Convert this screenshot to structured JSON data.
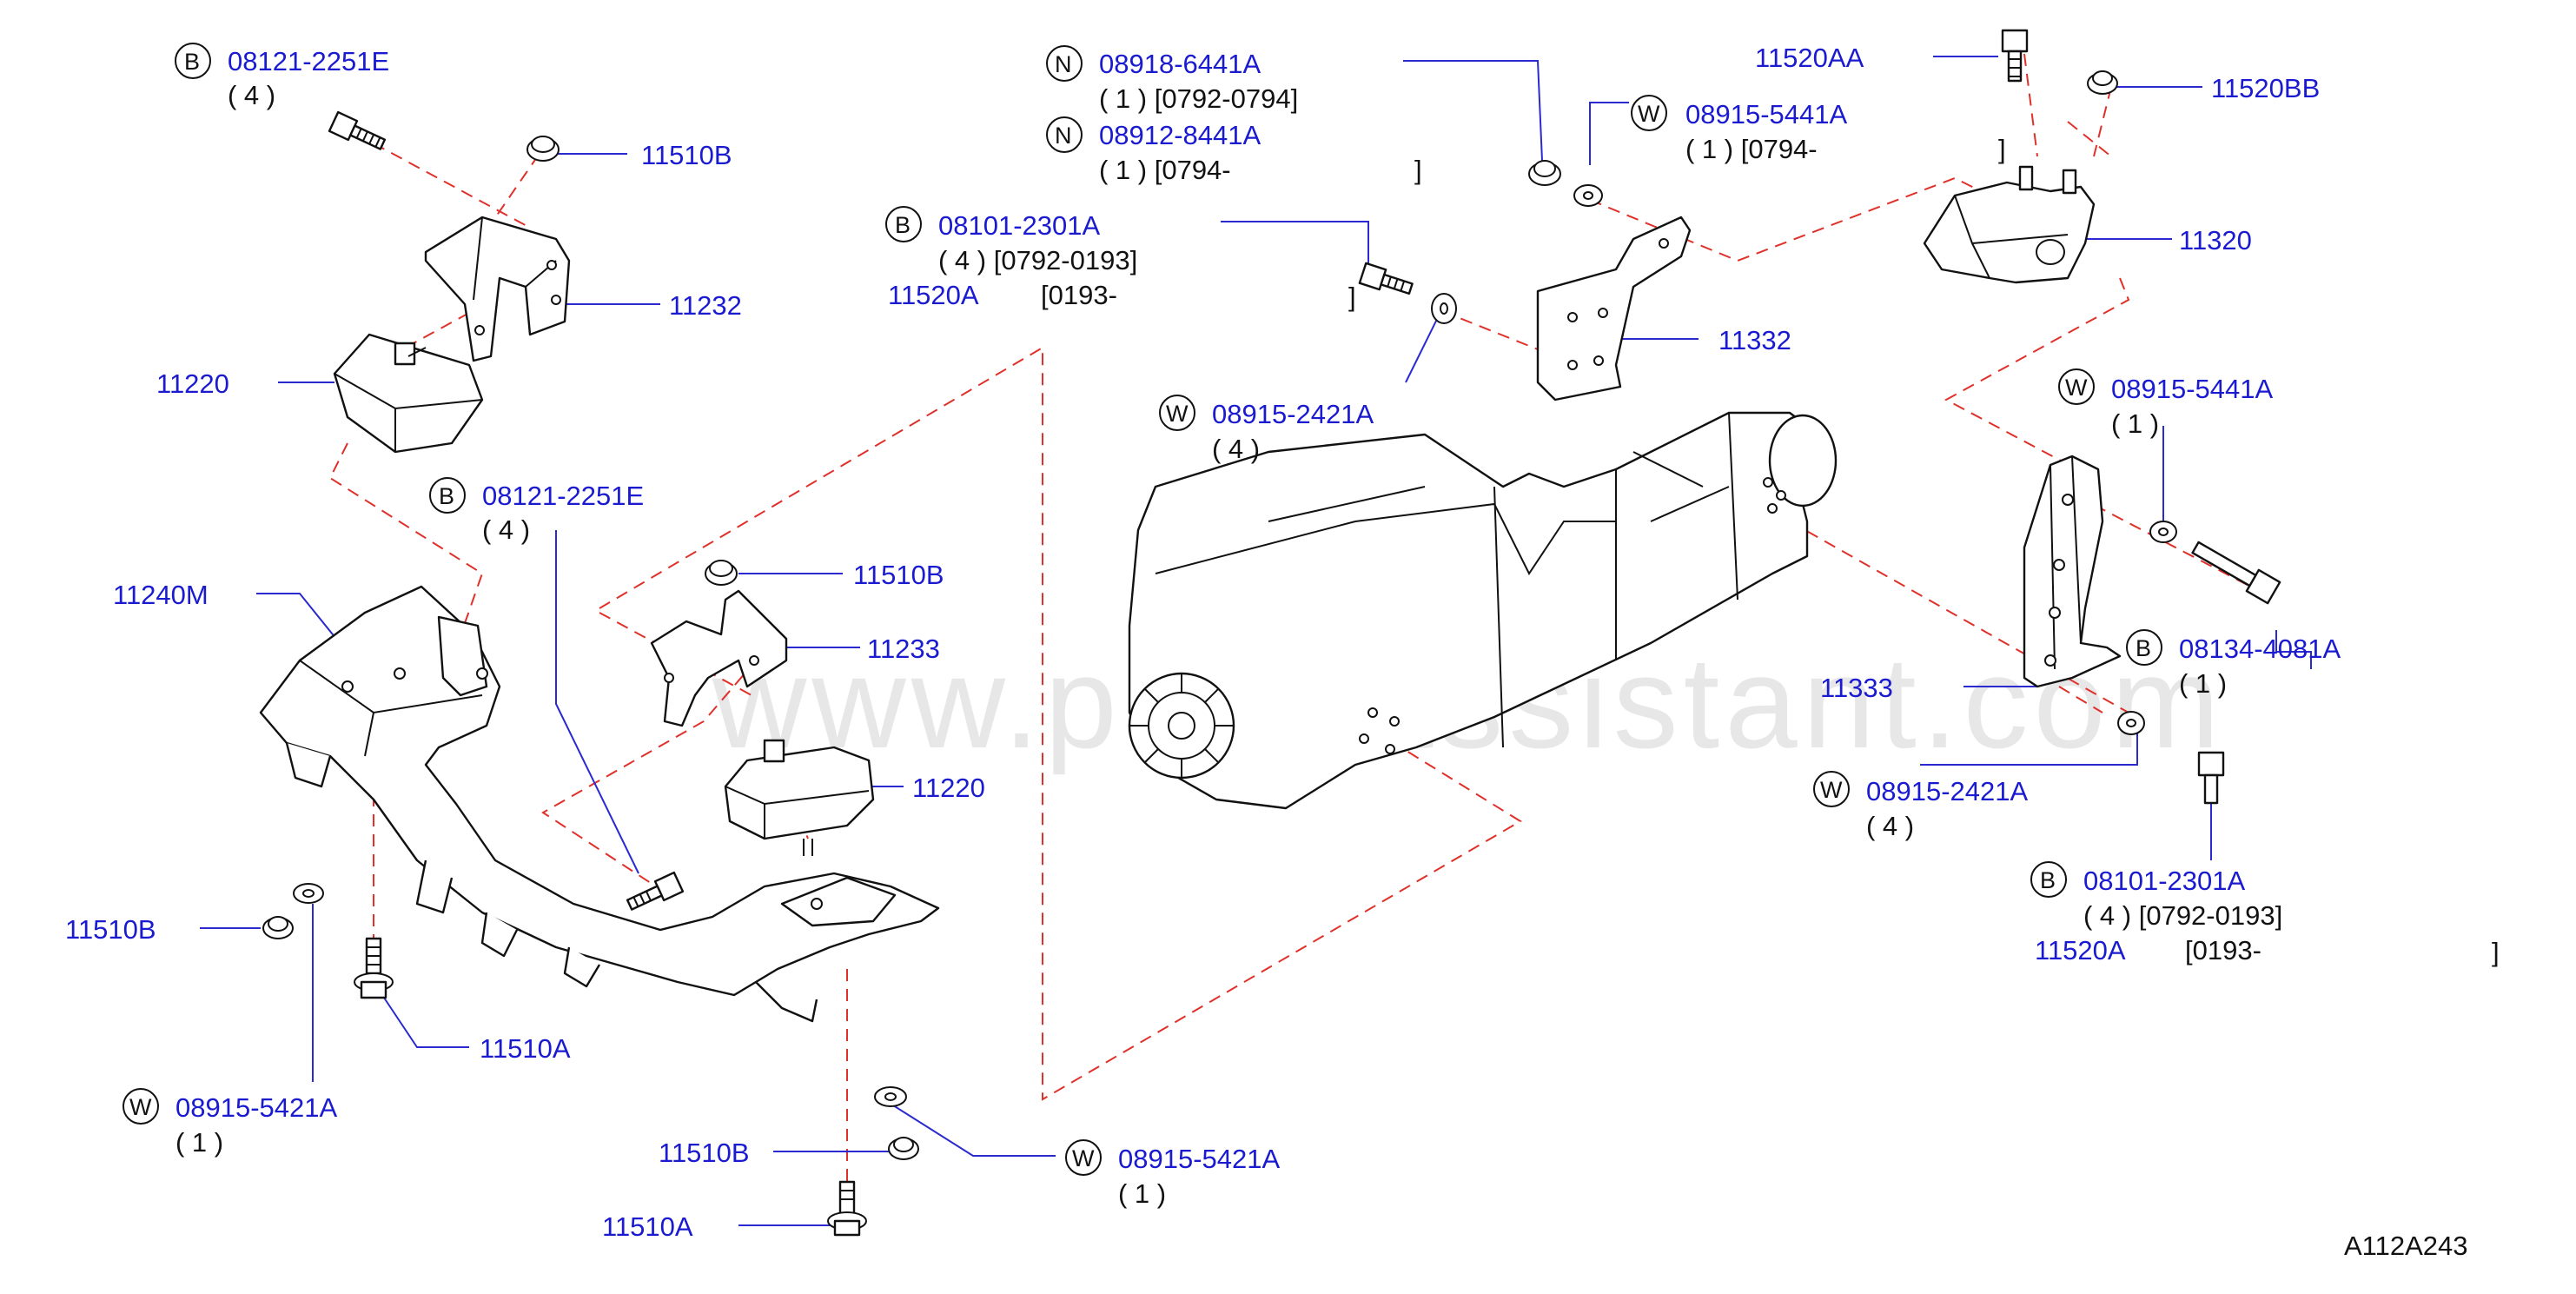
{
  "watermark": "www.partsassistant.com",
  "diagram_ref": "A112A243",
  "prefix_codes": {
    "bolt": "B",
    "nut": "N",
    "washer": "W"
  },
  "callouts": {
    "c1": {
      "prefix": "B",
      "part": "08121-2251E",
      "qty": "( 4 )"
    },
    "c2": {
      "part": "11510B"
    },
    "c3": {
      "part": "11232"
    },
    "c4": {
      "part": "11220"
    },
    "c5": {
      "prefix": "B",
      "part": "08121-2251E",
      "qty": "( 4 )"
    },
    "c6": {
      "part": "11240M"
    },
    "c7": {
      "part": "11510B"
    },
    "c8": {
      "part": "11233"
    },
    "c9": {
      "part": "11220"
    },
    "c10": {
      "part": "11510B"
    },
    "c11": {
      "part": "11510A"
    },
    "c12": {
      "prefix": "W",
      "part": "08915-5421A",
      "qty": "( 1 )"
    },
    "c13": {
      "part": "11510B"
    },
    "c14": {
      "prefix": "W",
      "part": "08915-5421A",
      "qty": "( 1 )"
    },
    "c15": {
      "part": "11510A"
    },
    "c16": {
      "prefix": "N",
      "part": "08918-6441A",
      "qty": "( 1 ) [0792-0794]"
    },
    "c17": {
      "prefix": "N",
      "part": "08912-8441A",
      "qty": "( 1 ) [0794-",
      "bracket_end": "]"
    },
    "c18": {
      "prefix": "B",
      "part": "08101-2301A",
      "qty": "( 4 ) [0792-0193]"
    },
    "c18b": {
      "part": "11520A",
      "qty": "[0193-",
      "bracket_end": "]"
    },
    "c19": {
      "prefix": "W",
      "part": "08915-5441A",
      "qty": "( 1 ) [0794-",
      "bracket_end": "]"
    },
    "c20": {
      "part": "11520AA"
    },
    "c21": {
      "part": "11520BB"
    },
    "c22": {
      "part": "11320"
    },
    "c23": {
      "part": "11332"
    },
    "c24": {
      "prefix": "W",
      "part": "08915-2421A",
      "qty": "( 4 )"
    },
    "c25": {
      "prefix": "W",
      "part": "08915-5441A",
      "qty": "( 1 )"
    },
    "c26": {
      "prefix": "B",
      "part": "08134-4081A",
      "qty": "( 1 )"
    },
    "c27": {
      "part": "11333"
    },
    "c28": {
      "prefix": "W",
      "part": "08915-2421A",
      "qty": "( 4 )"
    },
    "c29": {
      "prefix": "B",
      "part": "08101-2301A",
      "qty": "( 4 ) [0792-0193]"
    },
    "c29b": {
      "part": "11520A",
      "qty": "[0193-",
      "bracket_end": "]"
    }
  }
}
